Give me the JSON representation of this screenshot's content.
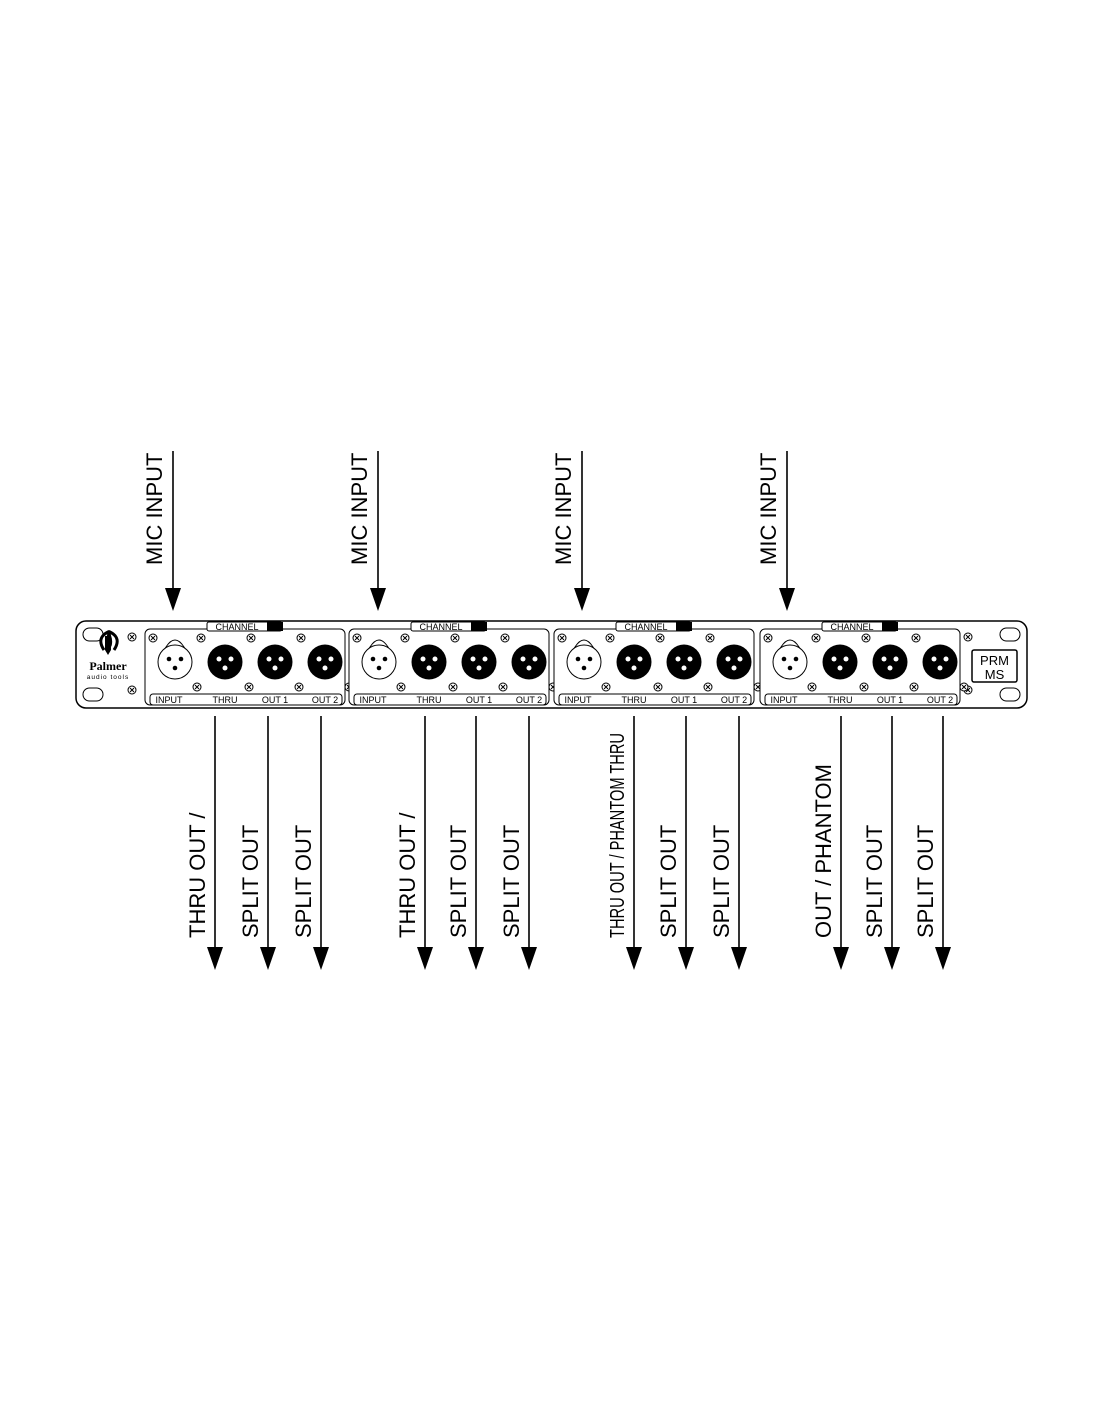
{
  "brand": {
    "name": "Palmer",
    "tagline": "audio tools"
  },
  "model": {
    "line1": "PRM",
    "line2": "MS"
  },
  "channel_tag": "CHANNEL",
  "connector_labels": [
    "INPUT",
    "THRU",
    "OUT 1",
    "OUT 2"
  ],
  "channels": [
    {
      "input_label": "MIC INPUT",
      "outputs": [
        "THRU OUT /",
        "SPLIT OUT",
        "SPLIT OUT"
      ]
    },
    {
      "input_label": "MIC INPUT",
      "outputs": [
        "THRU OUT /",
        "SPLIT OUT",
        "SPLIT OUT"
      ]
    },
    {
      "input_label": "MIC INPUT",
      "outputs": [
        "THRU OUT / PHANTOM THRU",
        "SPLIT OUT",
        "SPLIT OUT"
      ]
    },
    {
      "input_label": "MIC INPUT",
      "outputs": [
        "OUT / PHANTOM",
        "SPLIT OUT",
        "SPLIT OUT"
      ]
    }
  ]
}
